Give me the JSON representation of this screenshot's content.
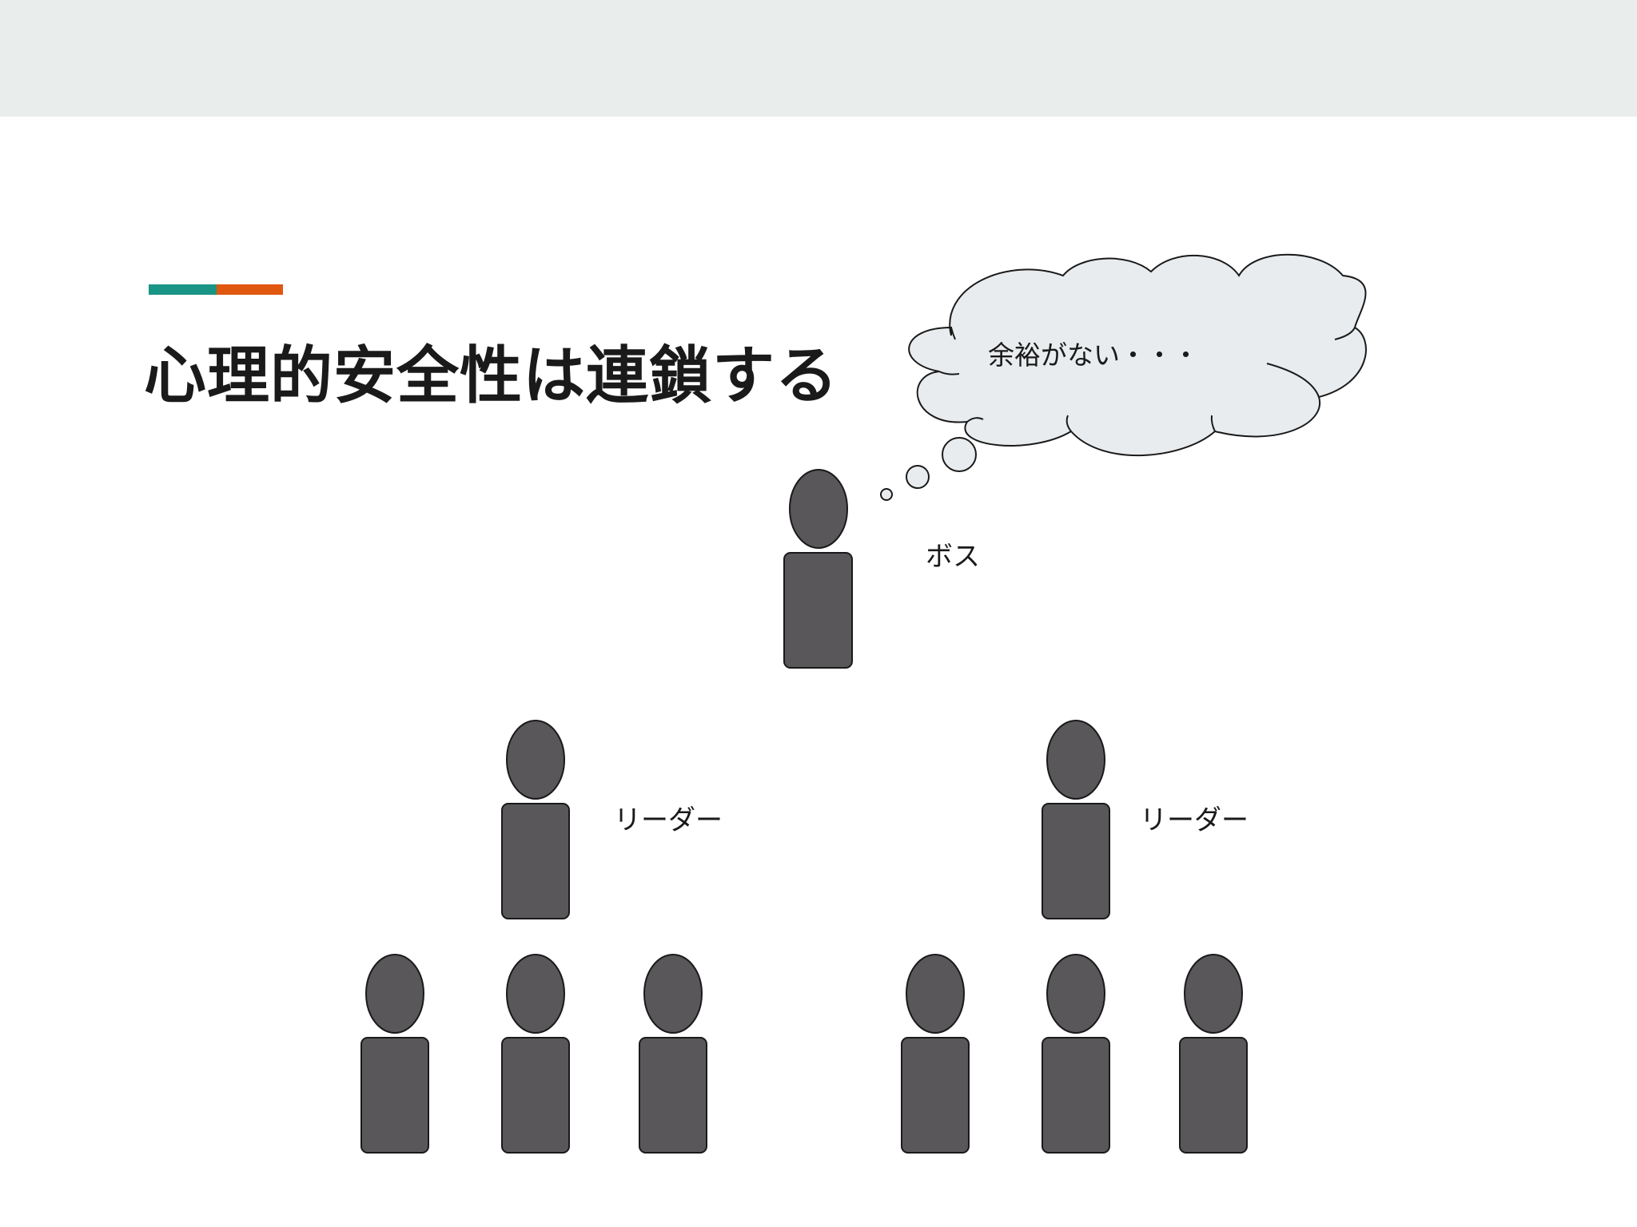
{
  "slide": {
    "title": "心理的安全性は連鎖する",
    "accent_colors": [
      "#1a9585",
      "#e0570f"
    ]
  },
  "diagram": {
    "thought_bubble_text": "余裕がない・・・",
    "boss_label": "ボス",
    "leader_left_label": "リーダー",
    "leader_right_label": "リーダー",
    "figure_color": "#59575a",
    "bubble_fill": "#e9ecee"
  }
}
